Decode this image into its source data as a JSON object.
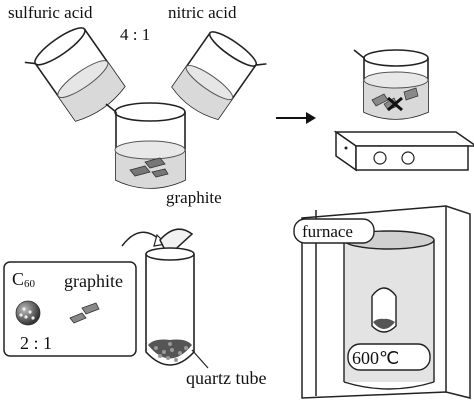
{
  "labels": {
    "sulfuric_acid": "sulfuric acid",
    "nitric_acid": "nitric acid",
    "acid_ratio": "4 : 1",
    "graphite_top": "graphite",
    "c60": "C",
    "c60_sub": "60",
    "graphite_box": "graphite",
    "mix_ratio": "2 : 1",
    "quartz_tube": "quartz tube",
    "furnace": "furnace",
    "temperature": "600℃"
  },
  "icons": {
    "arrow": "right-arrow",
    "stirrer": "magnetic-stirrer",
    "pour": "curved-pour-arrow"
  },
  "colors": {
    "liquid": "#d9d9d9",
    "furnace_inner": "#e3e3e3",
    "outline": "#222222"
  }
}
